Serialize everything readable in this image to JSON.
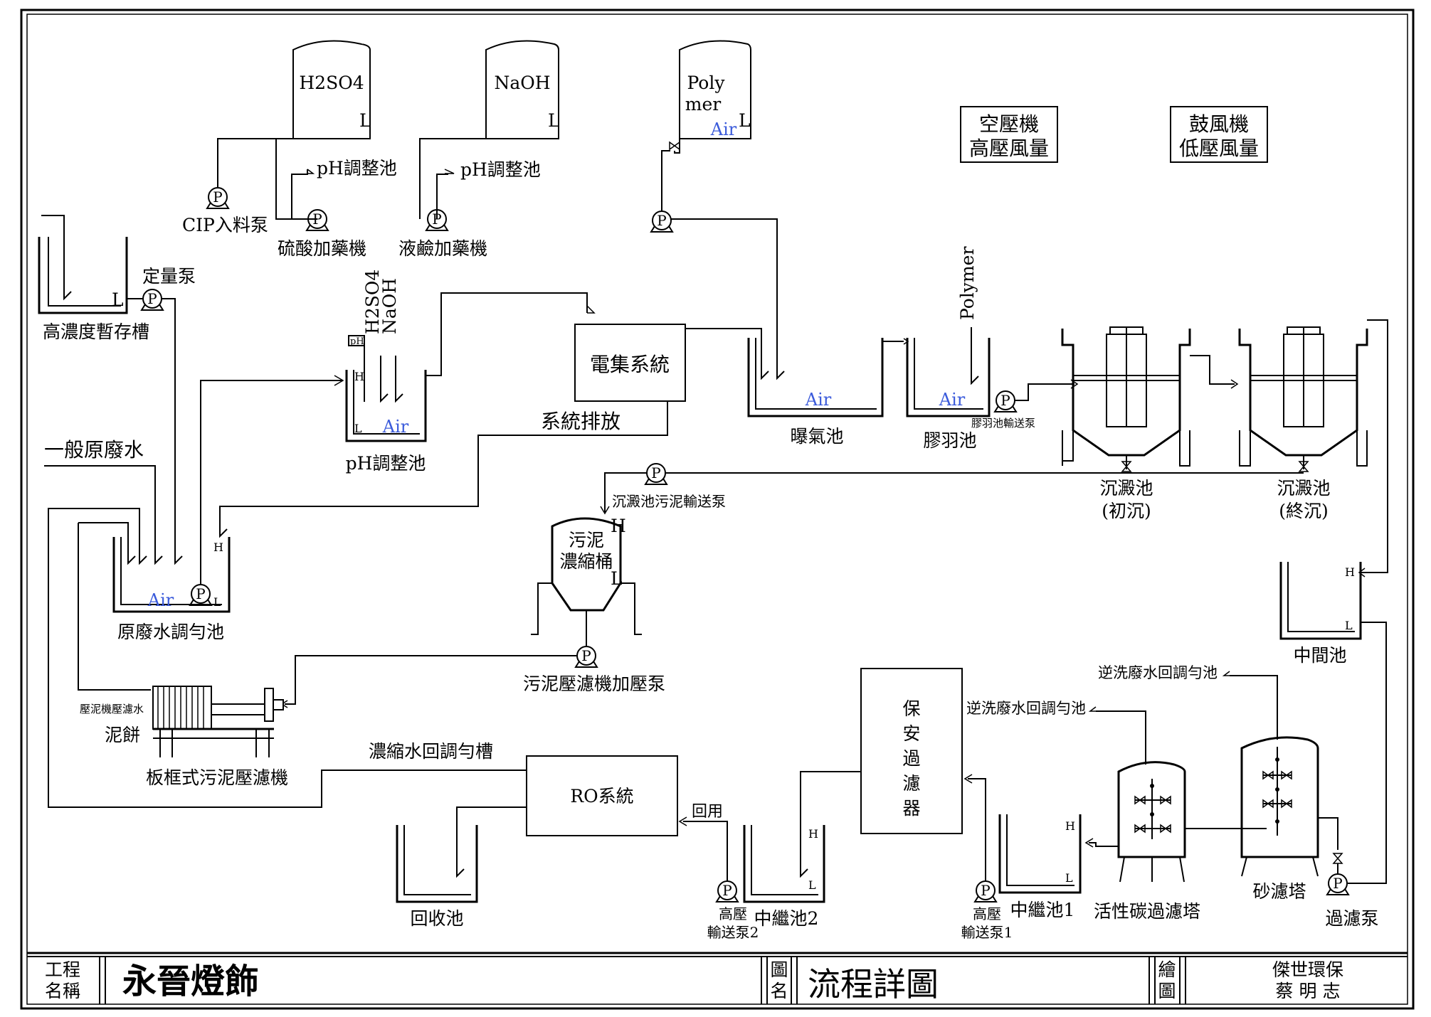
{
  "tanks": {
    "h2so4": "H2SO4",
    "naoh": "NaOH",
    "polymer_l1": "Poly",
    "polymer_l2": "mer",
    "level_l": "L",
    "level_h": "H",
    "air": "Air"
  },
  "labels": {
    "cip_pump": "CIP入料泵",
    "acid_dosing": "硫酸加藥機",
    "alkali_dosing": "液鹼加藥機",
    "ph_tank_ref": "pH調整池",
    "high_conc_tank": "高濃度暫存槽",
    "metering_pump": "定量泵",
    "ph_tank": "pH調整池",
    "ph_sensor": "pH",
    "chem_h2so4": "H2SO4",
    "chem_naoh": "NaOH",
    "electro_system": "電集系統",
    "system_discharge": "系統排放",
    "aeration_tank": "曝氣池",
    "floc_tank": "膠羽池",
    "polymer": "Polymer",
    "floc_pump": "膠羽池輸送泵",
    "air_comp_1": "空壓機",
    "air_comp_2": "高壓風量",
    "blower_1": "鼓風機",
    "blower_2": "低壓風量",
    "settle_1a": "沉澱池",
    "settle_1b": "(初沉)",
    "settle_2a": "沉澱池",
    "settle_2b": "(終沉)",
    "sludge_pump": "沉澱池污泥輸送泵",
    "general_wastewater": "一般原廢水",
    "sludge_thick_1": "污泥",
    "sludge_thick_2": "濃縮桶",
    "equalization": "原廢水調勻池",
    "press_pump": "污泥壓濾機加壓泵",
    "filtrate": "壓泥機壓濾水",
    "cake": "泥餅",
    "filter_press": "板框式污泥壓濾機",
    "concentrate_return": "濃縮水回調勻槽",
    "ro_system": "RO系統",
    "reuse": "回用",
    "recovery_tank": "回收池",
    "relay_2": "中繼池2",
    "hp_pump2_a": "高壓",
    "hp_pump2_b": "輸送泵2",
    "safety_filter": [
      "保",
      "安",
      "過",
      "濾",
      "器"
    ],
    "backwash_1": "逆洗廢水回調勻池",
    "backwash_2": "逆洗廢水回調勻池",
    "middle_tank": "中間池",
    "relay_1": "中繼池1",
    "hp_pump1_a": "高壓",
    "hp_pump1_b": "輸送泵1",
    "carbon_tower": "活性碳過濾塔",
    "sand_tower": "砂濾塔",
    "filter_pump": "過濾泵",
    "pump_symbol": "P"
  },
  "title_block": {
    "project_label_1": "工程",
    "project_label_2": "名稱",
    "project_name": "永晉燈飾",
    "drawing_label_1": "圖",
    "drawing_label_2": "名",
    "drawing_name": "流程詳圖",
    "drawn_label_1": "繪",
    "drawn_label_2": "圖",
    "company": "傑世環保",
    "drafter": "蔡 明 志"
  }
}
